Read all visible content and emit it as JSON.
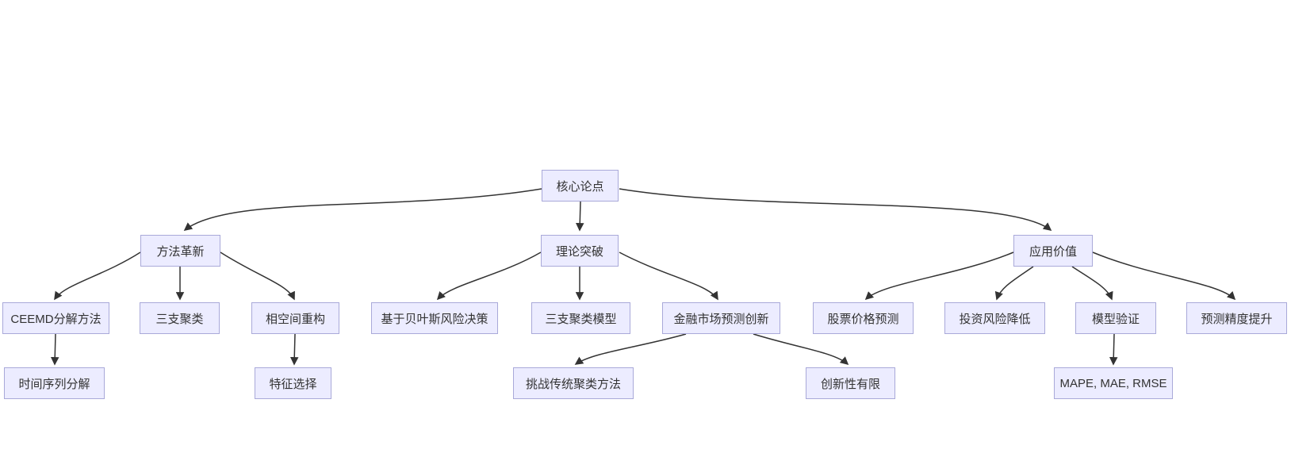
{
  "diagram": {
    "type": "flowchart",
    "direction": "top-down",
    "colors": {
      "background": "#ffffff",
      "node_fill": "#ECECFF",
      "node_border": "#a9a9d9",
      "edge": "#333333",
      "text": "#333333"
    },
    "nodes": [
      {
        "id": "core",
        "level": 0,
        "label": "核心论点"
      },
      {
        "id": "method",
        "level": 1,
        "label": "方法革新"
      },
      {
        "id": "theory",
        "level": 1,
        "label": "理论突破"
      },
      {
        "id": "value",
        "level": 1,
        "label": "应用价值"
      },
      {
        "id": "ceemd",
        "level": 2,
        "label": "CEEMD分解方法"
      },
      {
        "id": "threeway",
        "level": 2,
        "label": "三支聚类"
      },
      {
        "id": "phase",
        "level": 2,
        "label": "相空间重构"
      },
      {
        "id": "bayes",
        "level": 2,
        "label": "基于贝叶斯风险决策"
      },
      {
        "id": "twmodel",
        "level": 2,
        "label": "三支聚类模型"
      },
      {
        "id": "finance",
        "level": 2,
        "label": "金融市场预测创新"
      },
      {
        "id": "stock",
        "level": 2,
        "label": "股票价格预测"
      },
      {
        "id": "risk",
        "level": 2,
        "label": "投资风险降低"
      },
      {
        "id": "validate",
        "level": 2,
        "label": "模型验证"
      },
      {
        "id": "accuracy",
        "level": 2,
        "label": "预测精度提升"
      },
      {
        "id": "tsdecomp",
        "level": 3,
        "label": "时间序列分解"
      },
      {
        "id": "feature",
        "level": 3,
        "label": "特征选择"
      },
      {
        "id": "challenge",
        "level": 3,
        "label": "挑战传统聚类方法"
      },
      {
        "id": "novelty",
        "level": 3,
        "label": "创新性有限"
      },
      {
        "id": "metrics",
        "level": 3,
        "label": "MAPE, MAE, RMSE"
      }
    ],
    "edges": [
      {
        "from": "核心论点",
        "to": "方法革新"
      },
      {
        "from": "核心论点",
        "to": "理论突破"
      },
      {
        "from": "核心论点",
        "to": "应用价值"
      },
      {
        "from": "方法革新",
        "to": "CEEMD分解方法"
      },
      {
        "from": "方法革新",
        "to": "三支聚类"
      },
      {
        "from": "方法革新",
        "to": "相空间重构"
      },
      {
        "from": "CEEMD分解方法",
        "to": "时间序列分解"
      },
      {
        "from": "相空间重构",
        "to": "特征选择"
      },
      {
        "from": "理论突破",
        "to": "基于贝叶斯风险决策"
      },
      {
        "from": "理论突破",
        "to": "三支聚类模型"
      },
      {
        "from": "理论突破",
        "to": "金融市场预测创新"
      },
      {
        "from": "金融市场预测创新",
        "to": "挑战传统聚类方法"
      },
      {
        "from": "金融市场预测创新",
        "to": "创新性有限"
      },
      {
        "from": "应用价值",
        "to": "股票价格预测"
      },
      {
        "from": "应用价值",
        "to": "投资风险降低"
      },
      {
        "from": "应用价值",
        "to": "模型验证"
      },
      {
        "from": "应用价值",
        "to": "预测精度提升"
      },
      {
        "from": "模型验证",
        "to": "MAPE, MAE, RMSE"
      }
    ]
  }
}
